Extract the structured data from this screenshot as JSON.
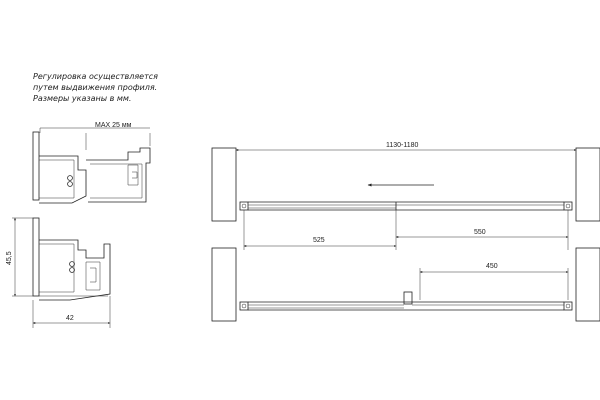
{
  "notes": [
    "Регулировка осуществляется",
    "путем выдвижения профиля.",
    "Размеры указаны в мм."
  ],
  "profile": {
    "max_label": "MAX 25 мм",
    "height_label": "45,5",
    "width_label": "42"
  },
  "plan": {
    "overall_label": "1130-1180",
    "left_open_label": "525",
    "right_open_label": "550",
    "closed_open_label": "450"
  }
}
